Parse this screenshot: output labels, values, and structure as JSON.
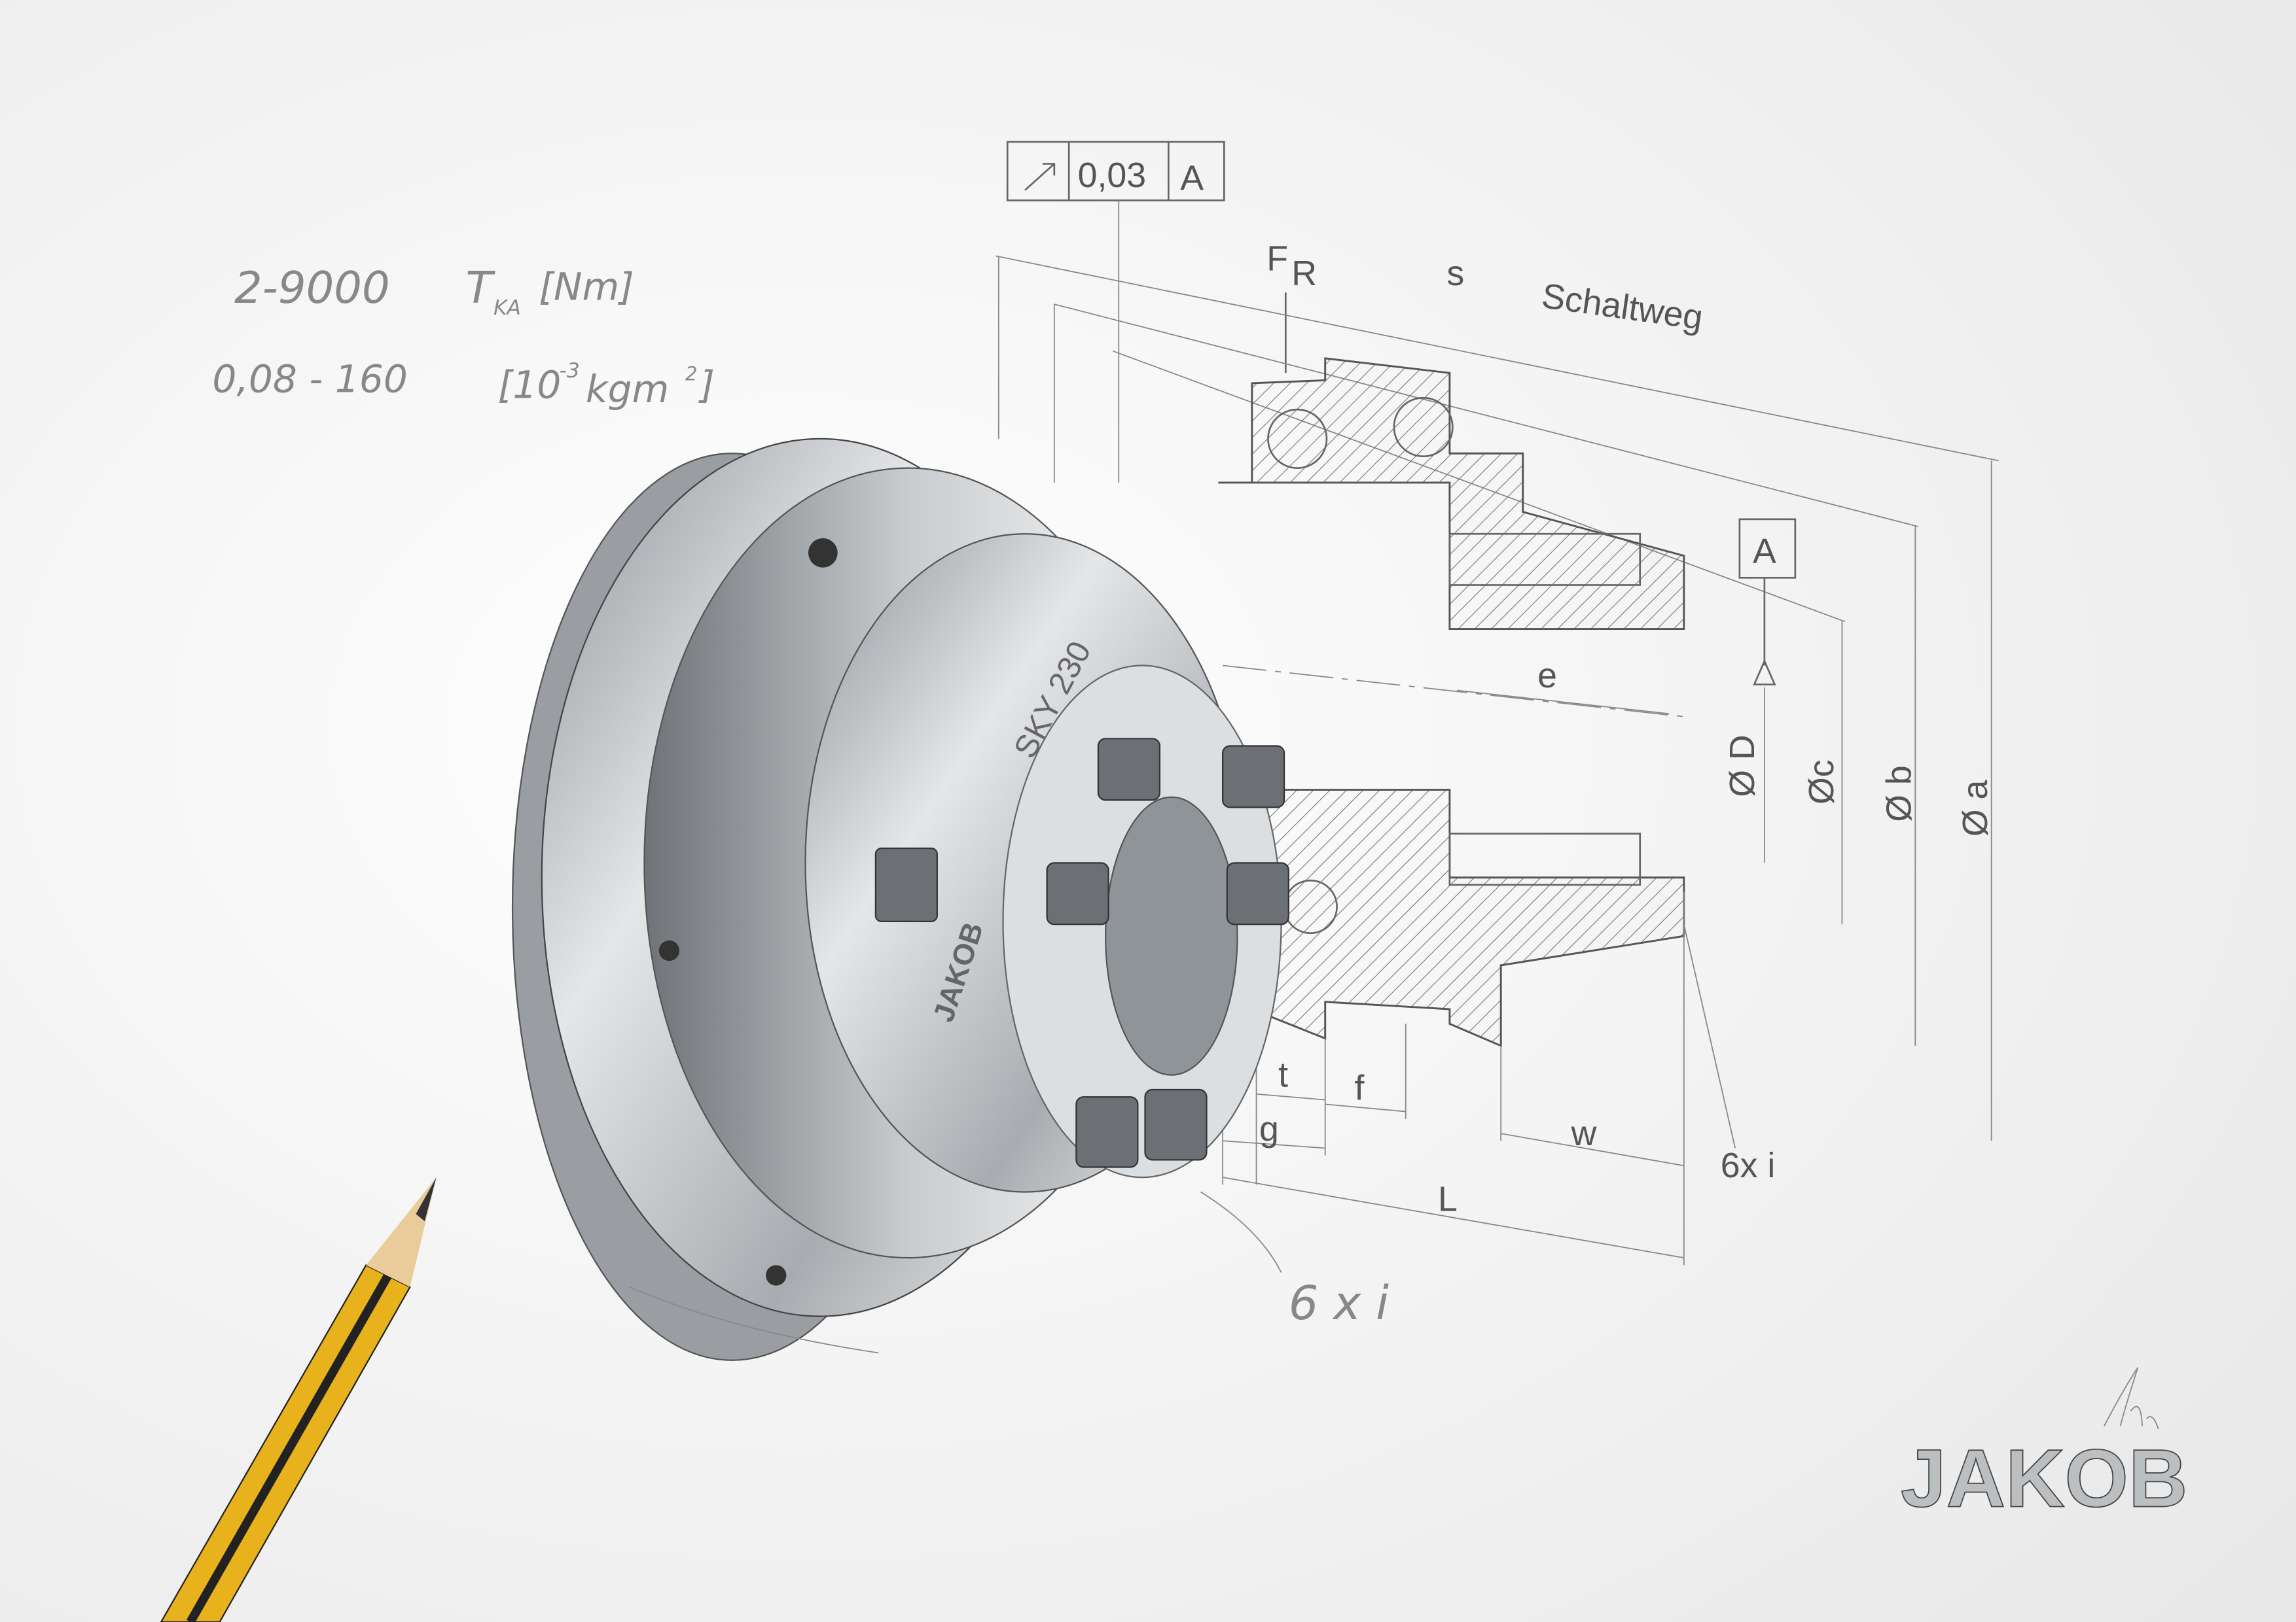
{
  "handwritten": {
    "torque_range": "2-9000",
    "torque_symbol": "T",
    "torque_sub": "KA",
    "torque_unit": "[Nm]",
    "inertia_range": "0,08 - 160",
    "inertia_unit_open": "[10",
    "inertia_exp": "-3",
    "inertia_unit": "kgm",
    "inertia_unit_exp": "2",
    "inertia_unit_close": "]",
    "bolts_note": "6 x i"
  },
  "drawing": {
    "tolerance_value": "0,03",
    "tolerance_datum": "A",
    "force": "F",
    "force_sub": "R",
    "s": "s",
    "schaltweg": "Schaltweg",
    "datum_label": "A",
    "e": "e",
    "dia_D": "Ø D",
    "dia_c": "Øc",
    "dia_b": "Ø b",
    "dia_a": "Ø a",
    "t": "t",
    "f": "f",
    "g": "g",
    "w": "w",
    "L": "L",
    "bolts": "6x i"
  },
  "product": {
    "model": "SKY 230",
    "brand_mark": "JAKOB"
  },
  "logo": {
    "text": "JAKOB"
  },
  "colors": {
    "background": "#f4f4f4",
    "pencil_yellow": "#e8b21c",
    "metal": "#b8bcc0"
  }
}
